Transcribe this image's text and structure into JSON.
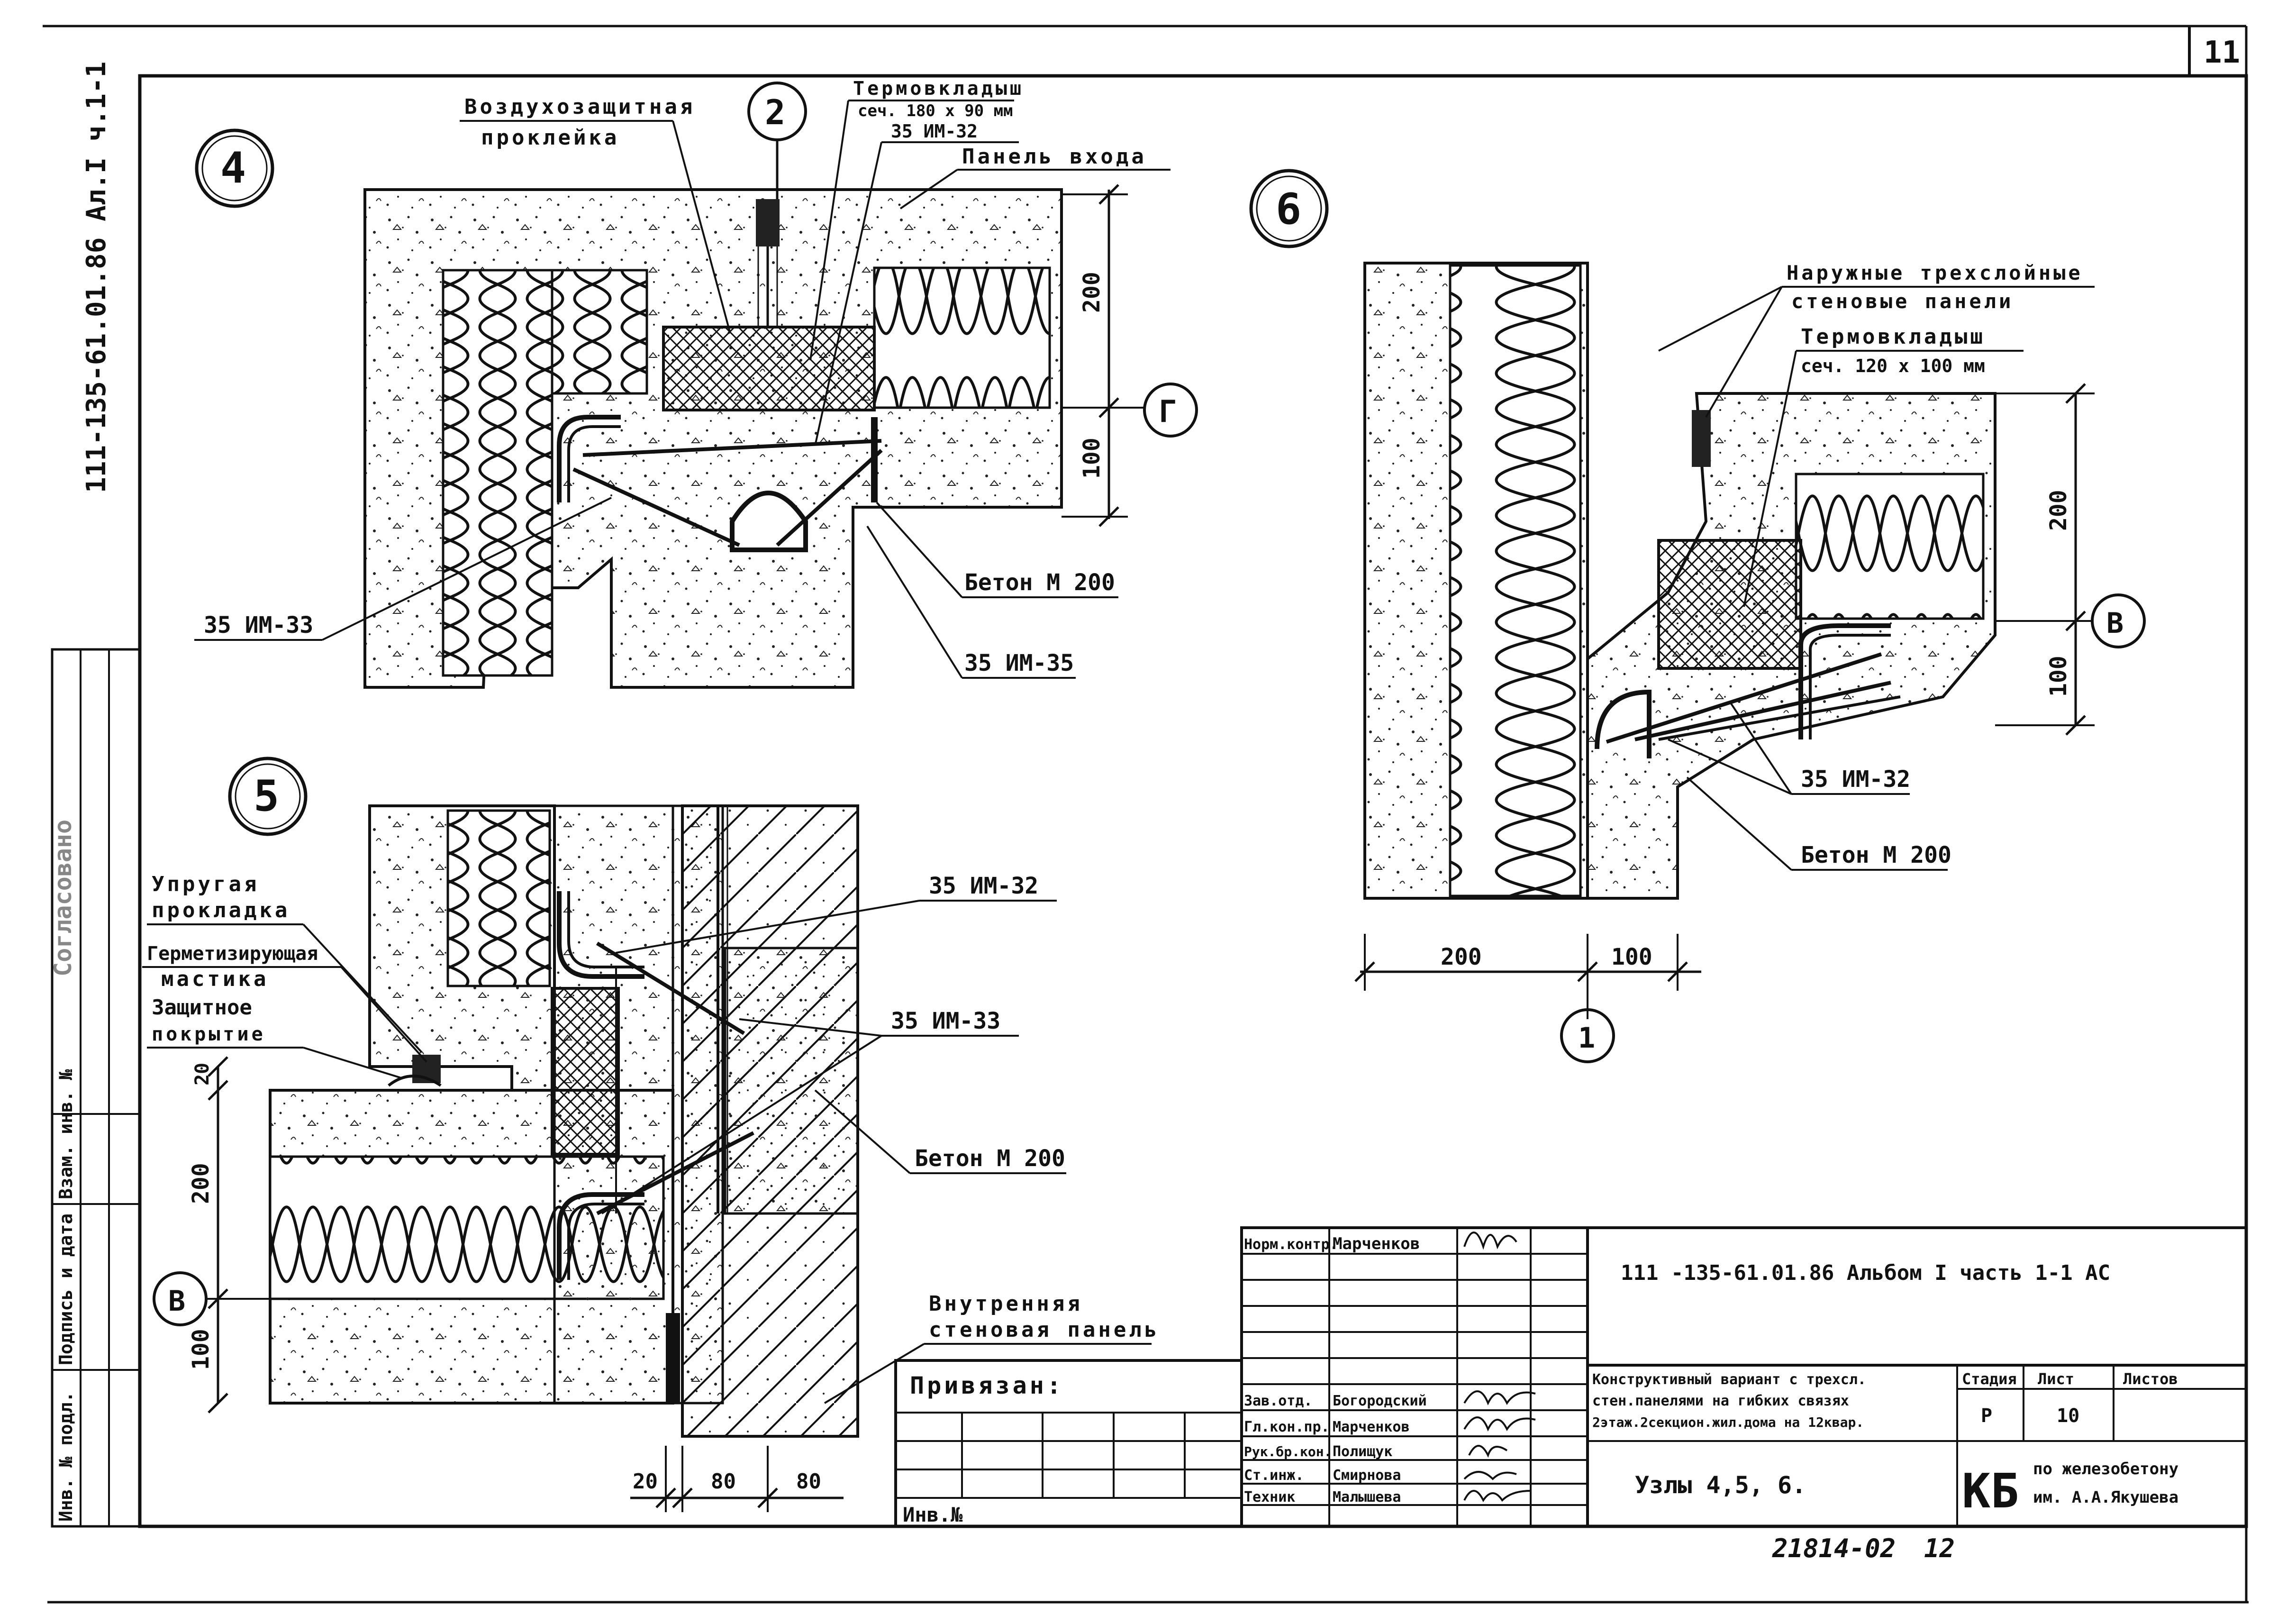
{
  "sheet_number": "11",
  "side_code": "111-135-61.01.86 Ал.I ч.1-1",
  "left_columns": {
    "c1": "Инв. № подл.",
    "c2": "Подпись и дата",
    "c3": "Взам. инв. №",
    "top_faint": "Согласовано"
  },
  "node4": {
    "label": "4",
    "axis_2": "2",
    "axis_g": "Г",
    "air_seal": [
      "Воздухозащитная",
      "проклейка"
    ],
    "insert": [
      "Термовкладыш",
      "сеч. 180 х 90 мм"
    ],
    "tie_32": "35 ИМ-32",
    "entry_panel": "Панель входа",
    "concrete": "Бетон М 200",
    "tie_35": "35 ИМ-35",
    "tie_33": "35 ИМ-33",
    "dim_200": "200",
    "dim_100": "100"
  },
  "node5": {
    "label": "5",
    "axis_v": "В",
    "elastic": [
      "Упругая",
      "прокладка"
    ],
    "mastic": [
      "Герметизирующая",
      "мастика"
    ],
    "protect": [
      "Защитное",
      "покрытие"
    ],
    "tie_32": "35 ИМ-32",
    "tie_33": "35 ИМ-33",
    "concrete": "Бетон М 200",
    "inner_panel": [
      "Внутренняя",
      "стеновая панель"
    ],
    "dim_20_top": "20",
    "dim_200": "200",
    "dim_100": "100",
    "dim_20": "20",
    "dim_80a": "80",
    "dim_80b": "80"
  },
  "node6": {
    "label": "6",
    "axis_v": "В",
    "axis_1": "1",
    "outer_panels": [
      "Наружные трехслойные",
      "стеновые панели"
    ],
    "insert": [
      "Термовкладыш",
      "сеч. 120 х 100 мм"
    ],
    "tie_32": "35 ИМ-32",
    "concrete": "Бетон М 200",
    "dim_200v": "200",
    "dim_100v": "100",
    "dim_200h": "200",
    "dim_100h": "100"
  },
  "title_block": {
    "code": "111 -135-61.01.86 Альбом I часть 1-1  АС",
    "privyazan": "Привязан:",
    "inv_no": "Инв.№",
    "roles": [
      {
        "role": "Норм.контр.",
        "name": "Марченков"
      },
      {
        "role": "Зав.отд.",
        "name": "Богородский"
      },
      {
        "role": "Гл.кон.пр.",
        "name": "Марченков"
      },
      {
        "role": "Рук.бр.кон.",
        "name": "Полищук"
      },
      {
        "role": "Ст.инж.",
        "name": "Смирнова"
      },
      {
        "role": "Техник",
        "name": "Малышева"
      }
    ],
    "desc": [
      "Конструктивный вариант с трехсл.",
      "стен.панелями на гибких связях",
      "2этаж.2секцион.жил.дома на 12квар."
    ],
    "stage_h": "Стадия",
    "sheet_h": "Лист",
    "sheets_h": "Листов",
    "stage": "Р",
    "sheet": "10",
    "sheets": "",
    "nodes": "Узлы 4,5, 6.",
    "org_logo": "КБ",
    "org": [
      "по железобетону",
      "им. А.А.Якушева"
    ]
  },
  "footer": {
    "number": "21814-02",
    "page": "12"
  }
}
